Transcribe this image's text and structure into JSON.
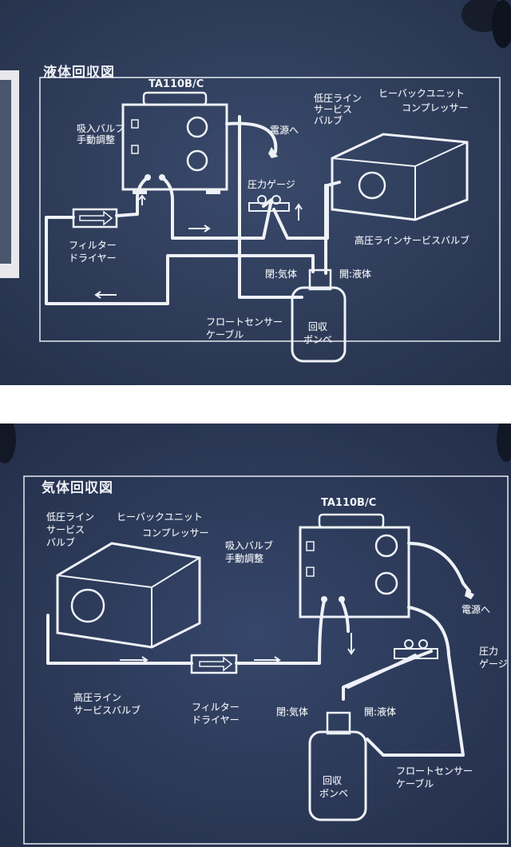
{
  "top_panel": {
    "title": "液体回収図",
    "model": "TA110B/C",
    "labels": {
      "intake_valve": "吸入バルブ",
      "manual_adjust": "手動調整",
      "power": "電源へ",
      "pressure_gauge": "圧力ゲージ",
      "low_line_1": "低圧ライン",
      "low_line_2": "サービス",
      "low_line_3": "バルブ",
      "heat_pump": "ヒーバックユニット",
      "compressor": "コンプレッサー",
      "high_line": "高圧ラインサービスバルブ",
      "filter_1": "フィルター",
      "filter_2": "ドライヤー",
      "closed_gas": "閉:気体",
      "open_liquid": "開:液体",
      "float_1": "フロートセンサー",
      "float_2": "ケーブル",
      "cylinder_1": "回収",
      "cylinder_2": "ボンベ"
    }
  },
  "bottom_panel": {
    "title": "気体回収図",
    "model": "TA110B/C",
    "labels": {
      "low_line_1": "低圧ライン",
      "low_line_2": "サービス",
      "low_line_3": "バルブ",
      "heat_pump": "ヒーバックユニット",
      "compressor": "コンプレッサー",
      "intake_valve": "吸入バルブ",
      "manual_adjust": "手動調整",
      "power": "電源へ",
      "pressure_1": "圧力",
      "pressure_2": "ゲージ",
      "high_line_1": "高圧ライン",
      "high_line_2": "サービスバルブ",
      "filter_1": "フィルター",
      "filter_2": "ドライヤー",
      "closed_gas": "閉:気体",
      "open_liquid": "開:液体",
      "float_1": "フロートセンサー",
      "float_2": "ケーブル",
      "cylinder_1": "回収",
      "cylinder_2": "ボンベ"
    }
  },
  "colors": {
    "panel_bg": "#2e3b58",
    "line": "#eef1f6"
  }
}
